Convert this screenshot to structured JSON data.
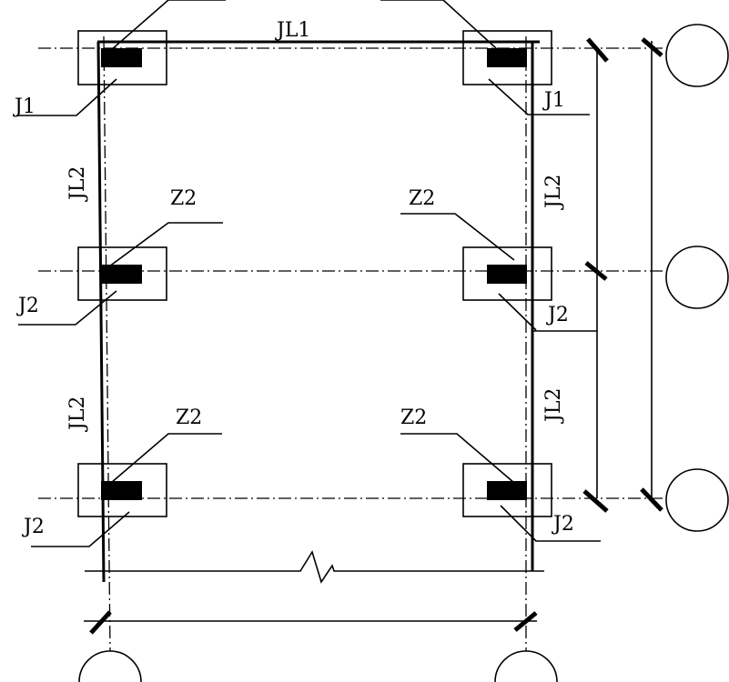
{
  "labels": {
    "beam_top": "JL1",
    "beam_left_upper": "JL2",
    "beam_left_lower": "JL2",
    "beam_right_upper": "JL2",
    "beam_right_lower": "JL2",
    "footing_top_left": "J1",
    "footing_top_right": "J1",
    "footing_mid_left": "J2",
    "footing_mid_right": "J2",
    "footing_bottom_left": "J2",
    "footing_bottom_right": "J2",
    "column_mid_left": "Z2",
    "column_mid_right": "Z2",
    "column_bottom_left": "Z2",
    "column_bottom_right": "Z2"
  },
  "colors": {
    "line": "#000000",
    "background": "#ffffff"
  }
}
